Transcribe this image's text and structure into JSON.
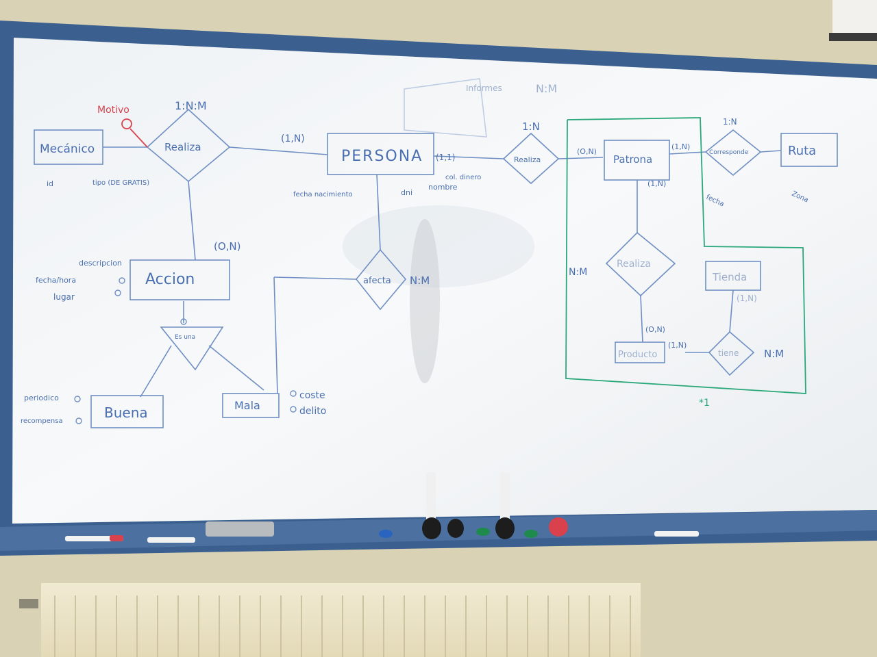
{
  "diagram": {
    "entities": {
      "mecanico": "Mecánico",
      "persona": "PERSONA",
      "accion": "Accion",
      "buena": "Buena",
      "mala": "Mala",
      "patrona": "Patrona",
      "ruta": "Ruta",
      "tienda": "Tienda",
      "producto": "Producto"
    },
    "relationships": {
      "realiza_left": "Realiza",
      "realiza_right": "Realiza",
      "afecta": "afecta",
      "informes": "Informes",
      "corresponde": "Corresponde",
      "realiza_inner": "Realiza",
      "tiene": "tiene",
      "es_una": "Es una"
    },
    "attributes": {
      "id": "id",
      "tipo": "tipo (DE GRATIS)",
      "motivo": "Motivo",
      "fecha_nacimiento": "fecha nacimiento",
      "dni": "dni",
      "nombre": "nombre",
      "col_dinero": "col. dinero",
      "descripcion": "descripcion",
      "fecha_hora": "fecha/hora",
      "lugar": "lugar",
      "periodico": "periodico",
      "recompensa": "recompensa",
      "coste": "coste",
      "delito": "delito",
      "zona": "Zona",
      "fecha": "fecha"
    },
    "cardinalities": {
      "c1": "1:N:M",
      "c2": "(1,N)",
      "c3": "(1,1)",
      "c4": "(O,N)",
      "c5": "N:M",
      "c6": "1:N",
      "c7": "N:M",
      "c8": "(O,N)",
      "c9": "(1,N)",
      "c10": "1:N",
      "c11": "(1,N)",
      "c12": "N:M",
      "c13": "(1,N)",
      "c14": "(O,N)",
      "c15": "(1,N)",
      "c16": "N:M",
      "c17": "*1"
    }
  },
  "colors": {
    "wall": "#d9d2b4",
    "board": "#f4f6f7",
    "frame": "#3b5f8f",
    "marker_blue": "#4a6fb0",
    "marker_green": "#2aa87a",
    "marker_red": "#d9414d"
  }
}
